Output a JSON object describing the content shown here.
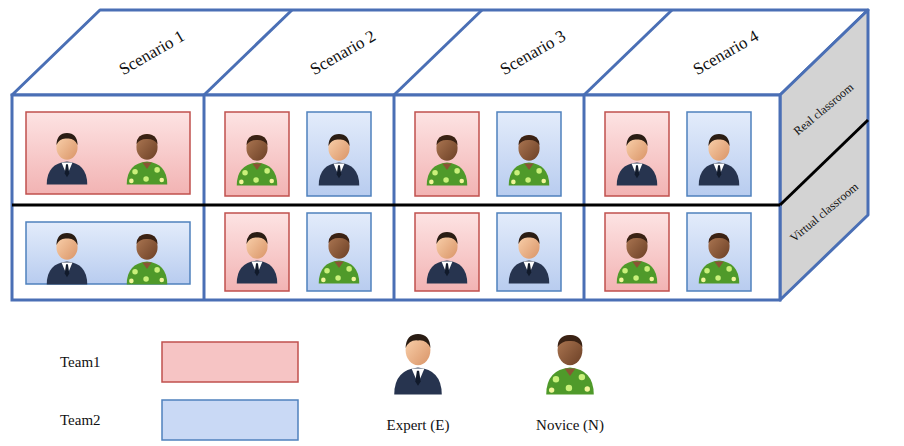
{
  "diagram": {
    "nodes": [
      {
        "text": [
          "Scenario 1"
        ]
      },
      {
        "text": [
          "Scenario 2"
        ]
      },
      {
        "text": [
          "Scenario 3"
        ]
      },
      {
        "text": [
          "Scenario 4"
        ]
      },
      {
        "text": [
          "Real classroom"
        ]
      },
      {
        "text": [
          "Virtual classroom"
        ]
      }
    ],
    "legend": [
      {
        "text": "Team1",
        "color": "#f6c4c4"
      },
      {
        "text": "Team2",
        "color": "#c9d9f5"
      },
      {
        "text": "Expert (E)"
      },
      {
        "text": "Novice (N)"
      }
    ]
  }
}
